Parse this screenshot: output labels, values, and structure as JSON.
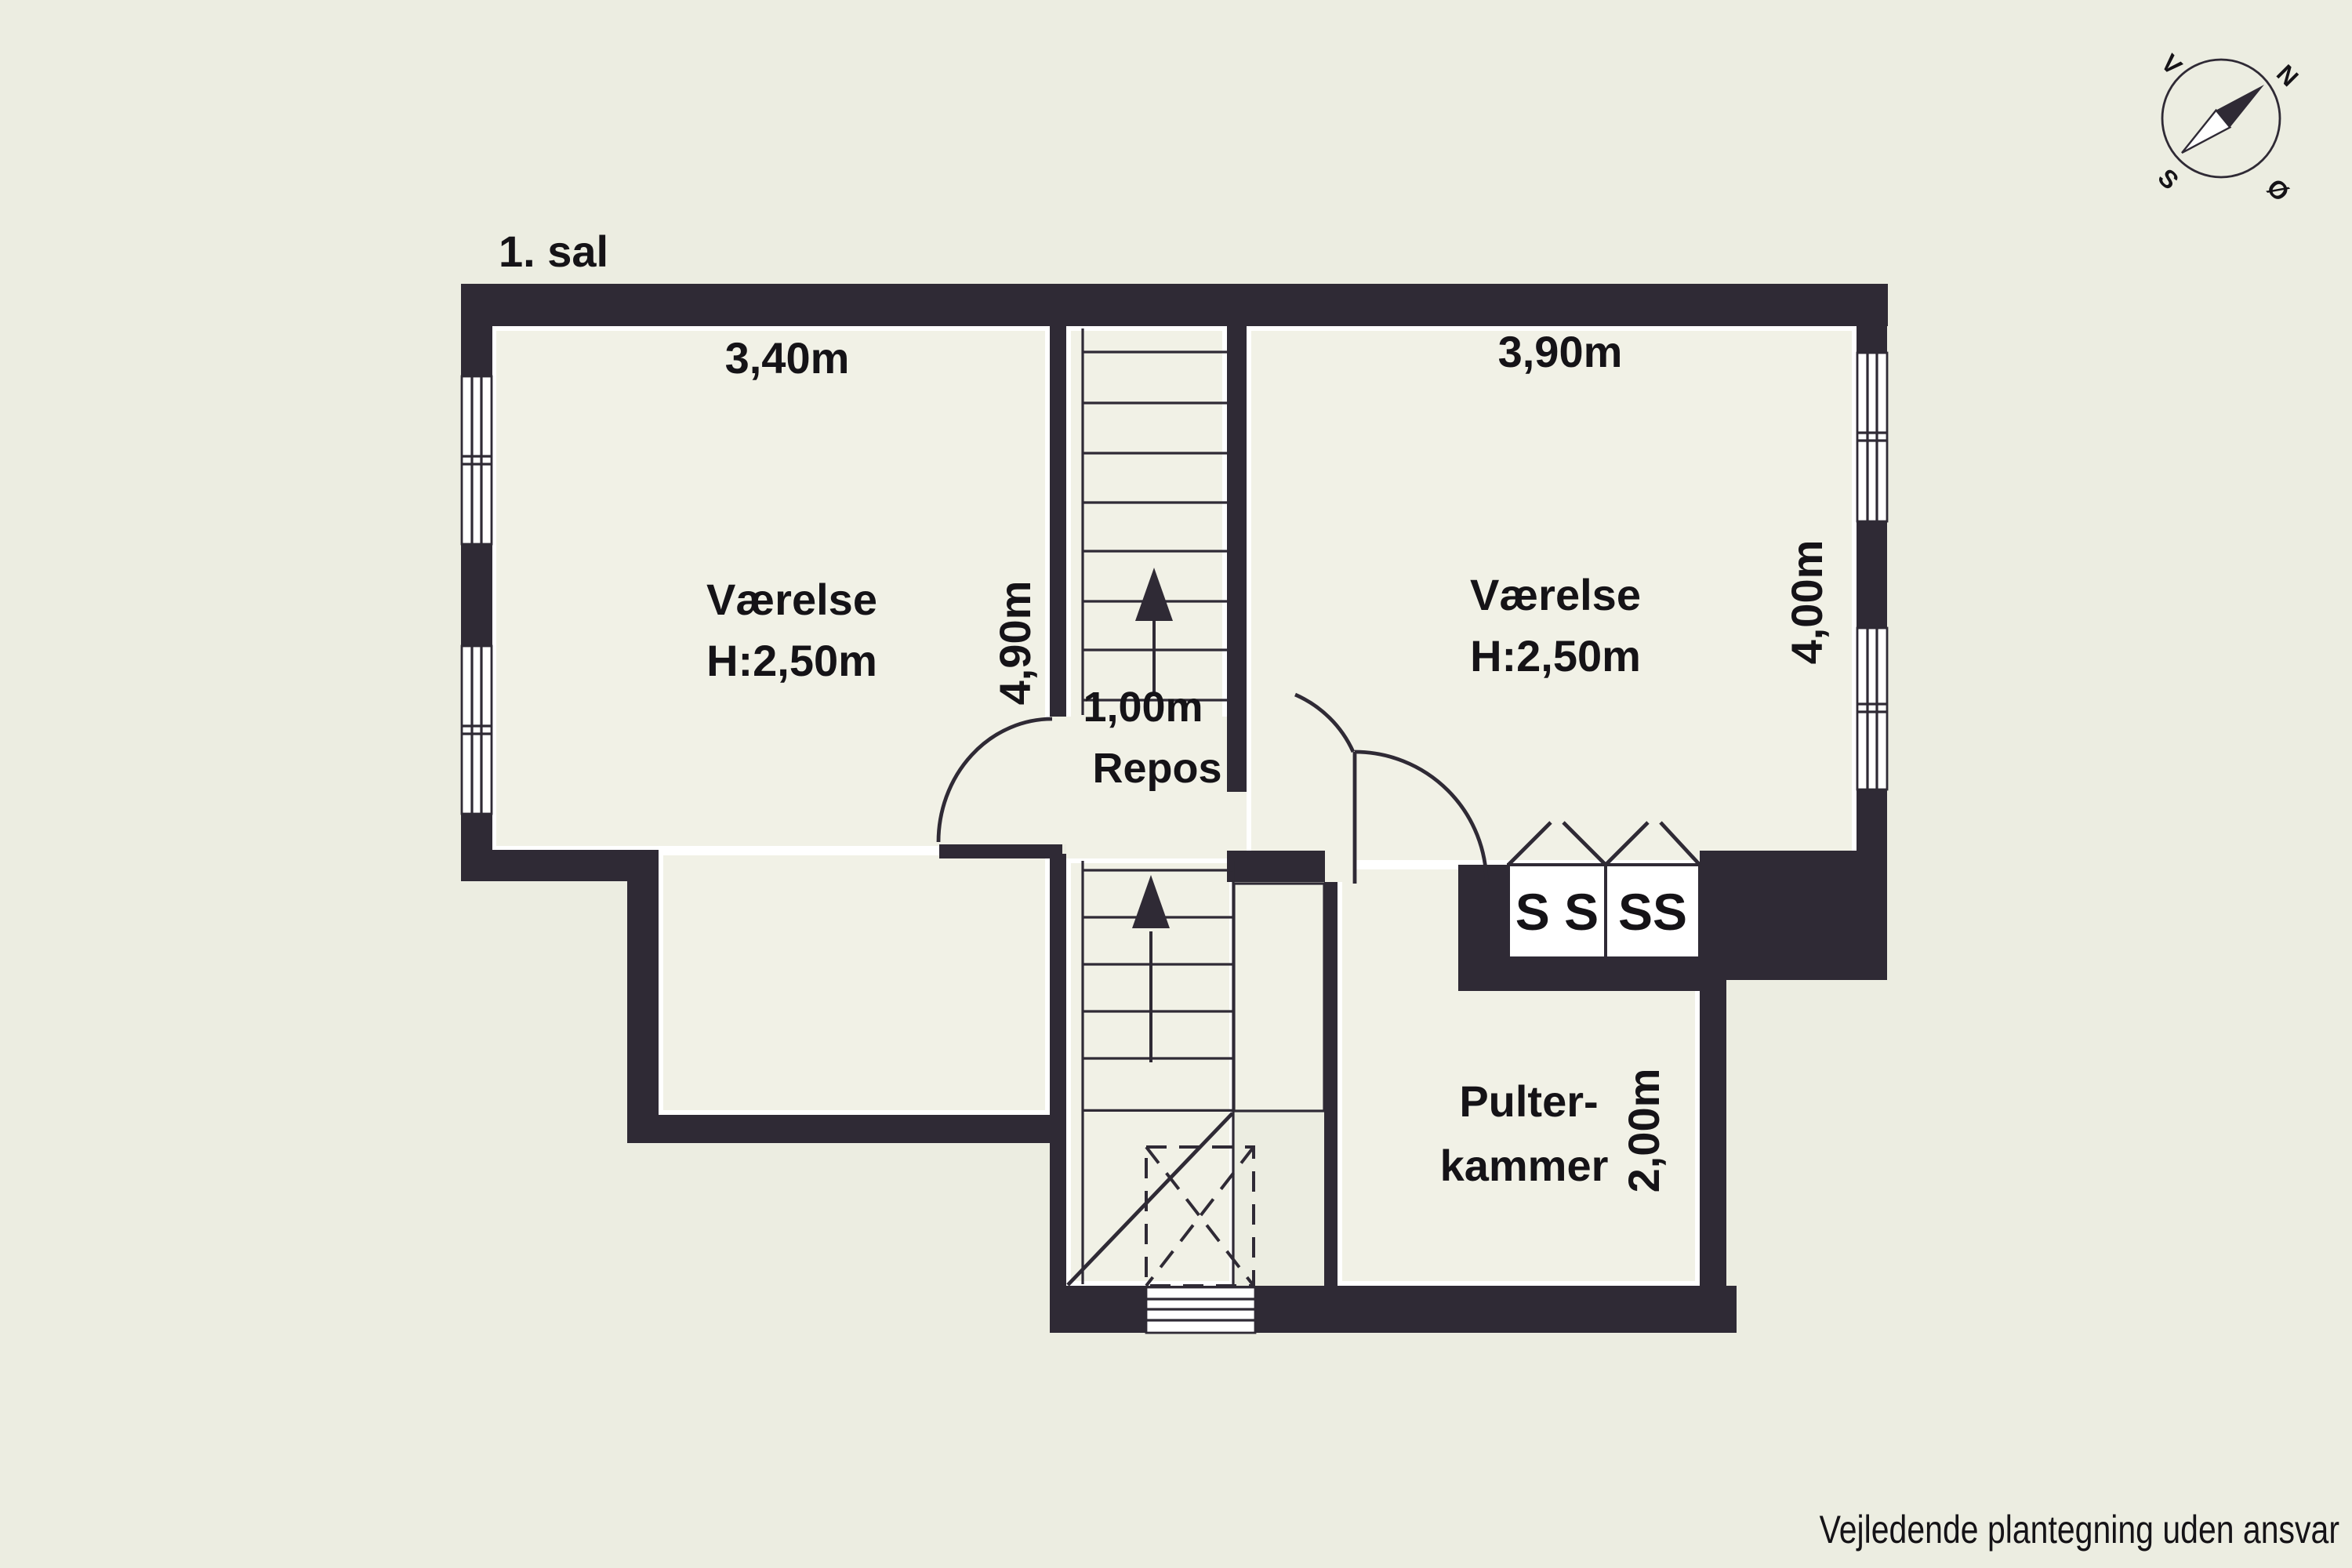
{
  "title": "1. sal",
  "footer": "Vejledende plantegning uden ansvar",
  "colors": {
    "background": "#ecede1",
    "floor": "#f1f1e6",
    "wall": "#2f2a35",
    "window": "#ffffff",
    "text": "#151317"
  },
  "compass": {
    "north": "N",
    "south": "S",
    "west": "V",
    "east": "Ø"
  },
  "rooms": {
    "left_room": {
      "name": "Værelse",
      "ceiling_height": "H:2,50m",
      "width": "3,40m",
      "depth": "4,90m"
    },
    "right_room": {
      "name": "Værelse",
      "ceiling_height": "H:2,50m",
      "width": "3,90m",
      "depth": "4,00m"
    },
    "landing": {
      "name": "Repos",
      "stair_width": "1,00m"
    },
    "storage": {
      "name_line1": "Pulter-",
      "name_line2": "kammer",
      "depth": "2,00m"
    },
    "closets": {
      "left_label": "S S",
      "right_label": "SS"
    }
  }
}
